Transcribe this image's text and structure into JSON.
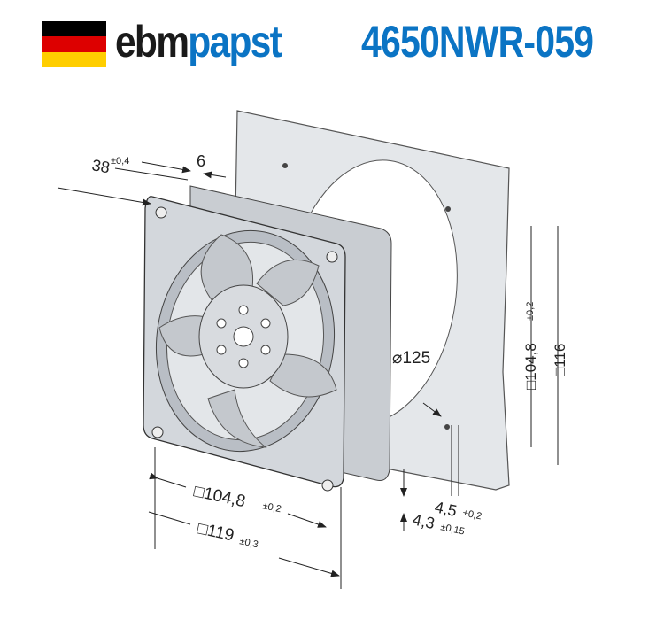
{
  "header": {
    "flag_colors": [
      "#000000",
      "#dd0000",
      "#ffce00"
    ],
    "brand_part1": "ebm",
    "brand_part2": "papst",
    "model": "4650NWR-059",
    "accent_color": "#0b74c4"
  },
  "dimensions": {
    "depth": "38",
    "depth_tol": "±0,4",
    "flange": "6",
    "diameter": "⌀125",
    "hole_spacing_v": "□104,8",
    "hole_spacing_v_tol": "±0,2",
    "size_v": "□116",
    "hole_dia": "4,5",
    "hole_dia_tol": "+0,2",
    "hole_dia2": "4,3",
    "hole_dia2_tol": "±0,15",
    "hole_spacing_h": "□104,8",
    "hole_spacing_h_tol": "±0,2",
    "size_h": "□119",
    "size_h_tol": "±0,3"
  }
}
